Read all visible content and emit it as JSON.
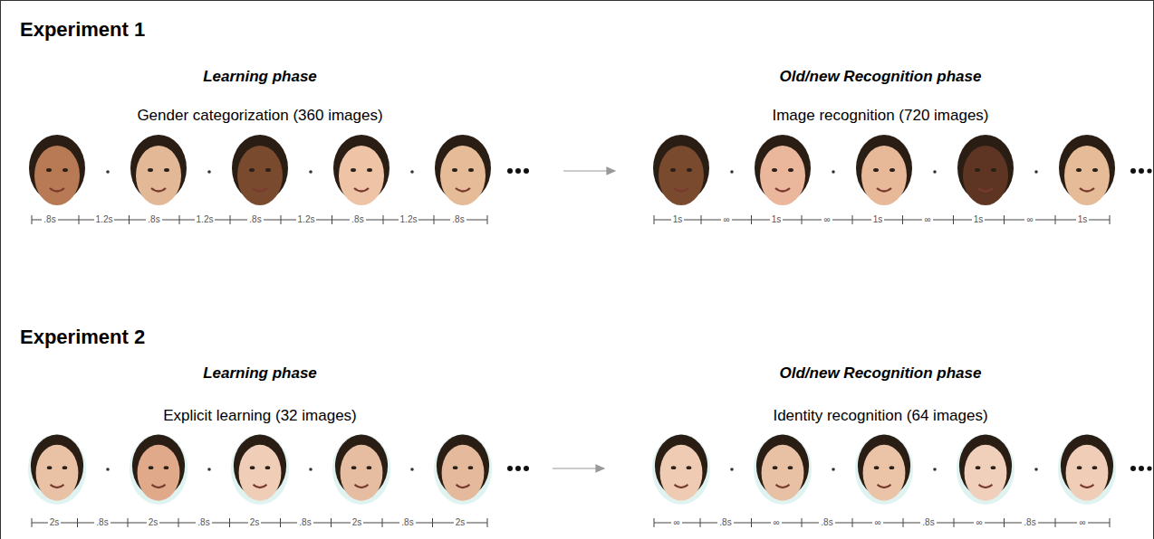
{
  "diagram": {
    "labels": [
      "Experiment 1",
      "Learning phase",
      "Gender categorization (360 images)",
      ".8s",
      "1.2s",
      ".8s",
      "1.2s",
      ".8s",
      "1.2s",
      ".8s",
      "1.2s",
      ".8s",
      "Old/new Recognition phase",
      "Image recognition (720 images)",
      "1s",
      "∞",
      "1s",
      "∞",
      "1s",
      "∞",
      "1s",
      "∞",
      "1s",
      "Experiment 2",
      "Learning phase",
      "Explicit learning (32 images)",
      "2s",
      ".8s",
      "2s",
      ".8s",
      "2s",
      ".8s",
      "2s",
      ".8s",
      "2s",
      "Old/new Recognition phase",
      "Identity recognition (64 images)",
      "∞",
      ".8s",
      "∞",
      ".8s",
      "∞",
      ".8s",
      "∞",
      ".8s",
      "∞"
    ]
  }
}
